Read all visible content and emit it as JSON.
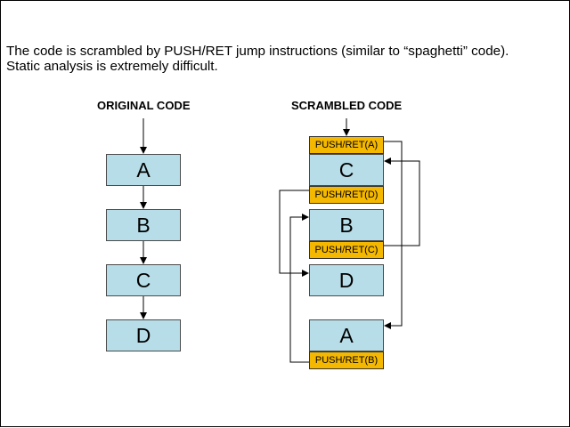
{
  "intro": {
    "line1": "The code is scrambled by PUSH/RET jump instructions (similar to “spaghetti” code).",
    "line2": "Static analysis is extremely difficult."
  },
  "original": {
    "title": "ORIGINAL CODE",
    "blocks": [
      "A",
      "B",
      "C",
      "D"
    ]
  },
  "scrambled": {
    "title": "SCRAMBLED CODE",
    "blocks": [
      "C",
      "B",
      "D",
      "A"
    ],
    "tags": [
      "PUSH/RET(A)",
      "PUSH/RET(D)",
      "PUSH/RET(C)",
      "PUSH/RET(B)"
    ]
  },
  "colors": {
    "block_fill": "#b7dde8",
    "tag_fill": "#f5b800",
    "line": "#000000"
  }
}
